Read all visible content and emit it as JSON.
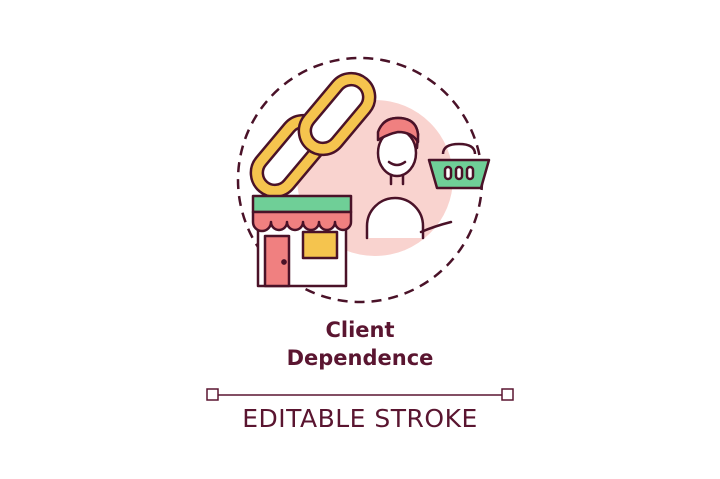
{
  "title": {
    "line1": "Client",
    "line2": "Dependence"
  },
  "caption": "EDITABLE STROKE",
  "icon": {
    "name": "client-dependence-icon",
    "parts": [
      "chain-link-icon",
      "shop-icon",
      "person-icon",
      "shopping-basket-icon"
    ]
  },
  "colors": {
    "outline": "#4a1228",
    "chain": "#f5c44e",
    "awning": "#6fcf97",
    "accent": "#f08080",
    "blob": "#f9d3cf",
    "text": "#5a1530"
  }
}
